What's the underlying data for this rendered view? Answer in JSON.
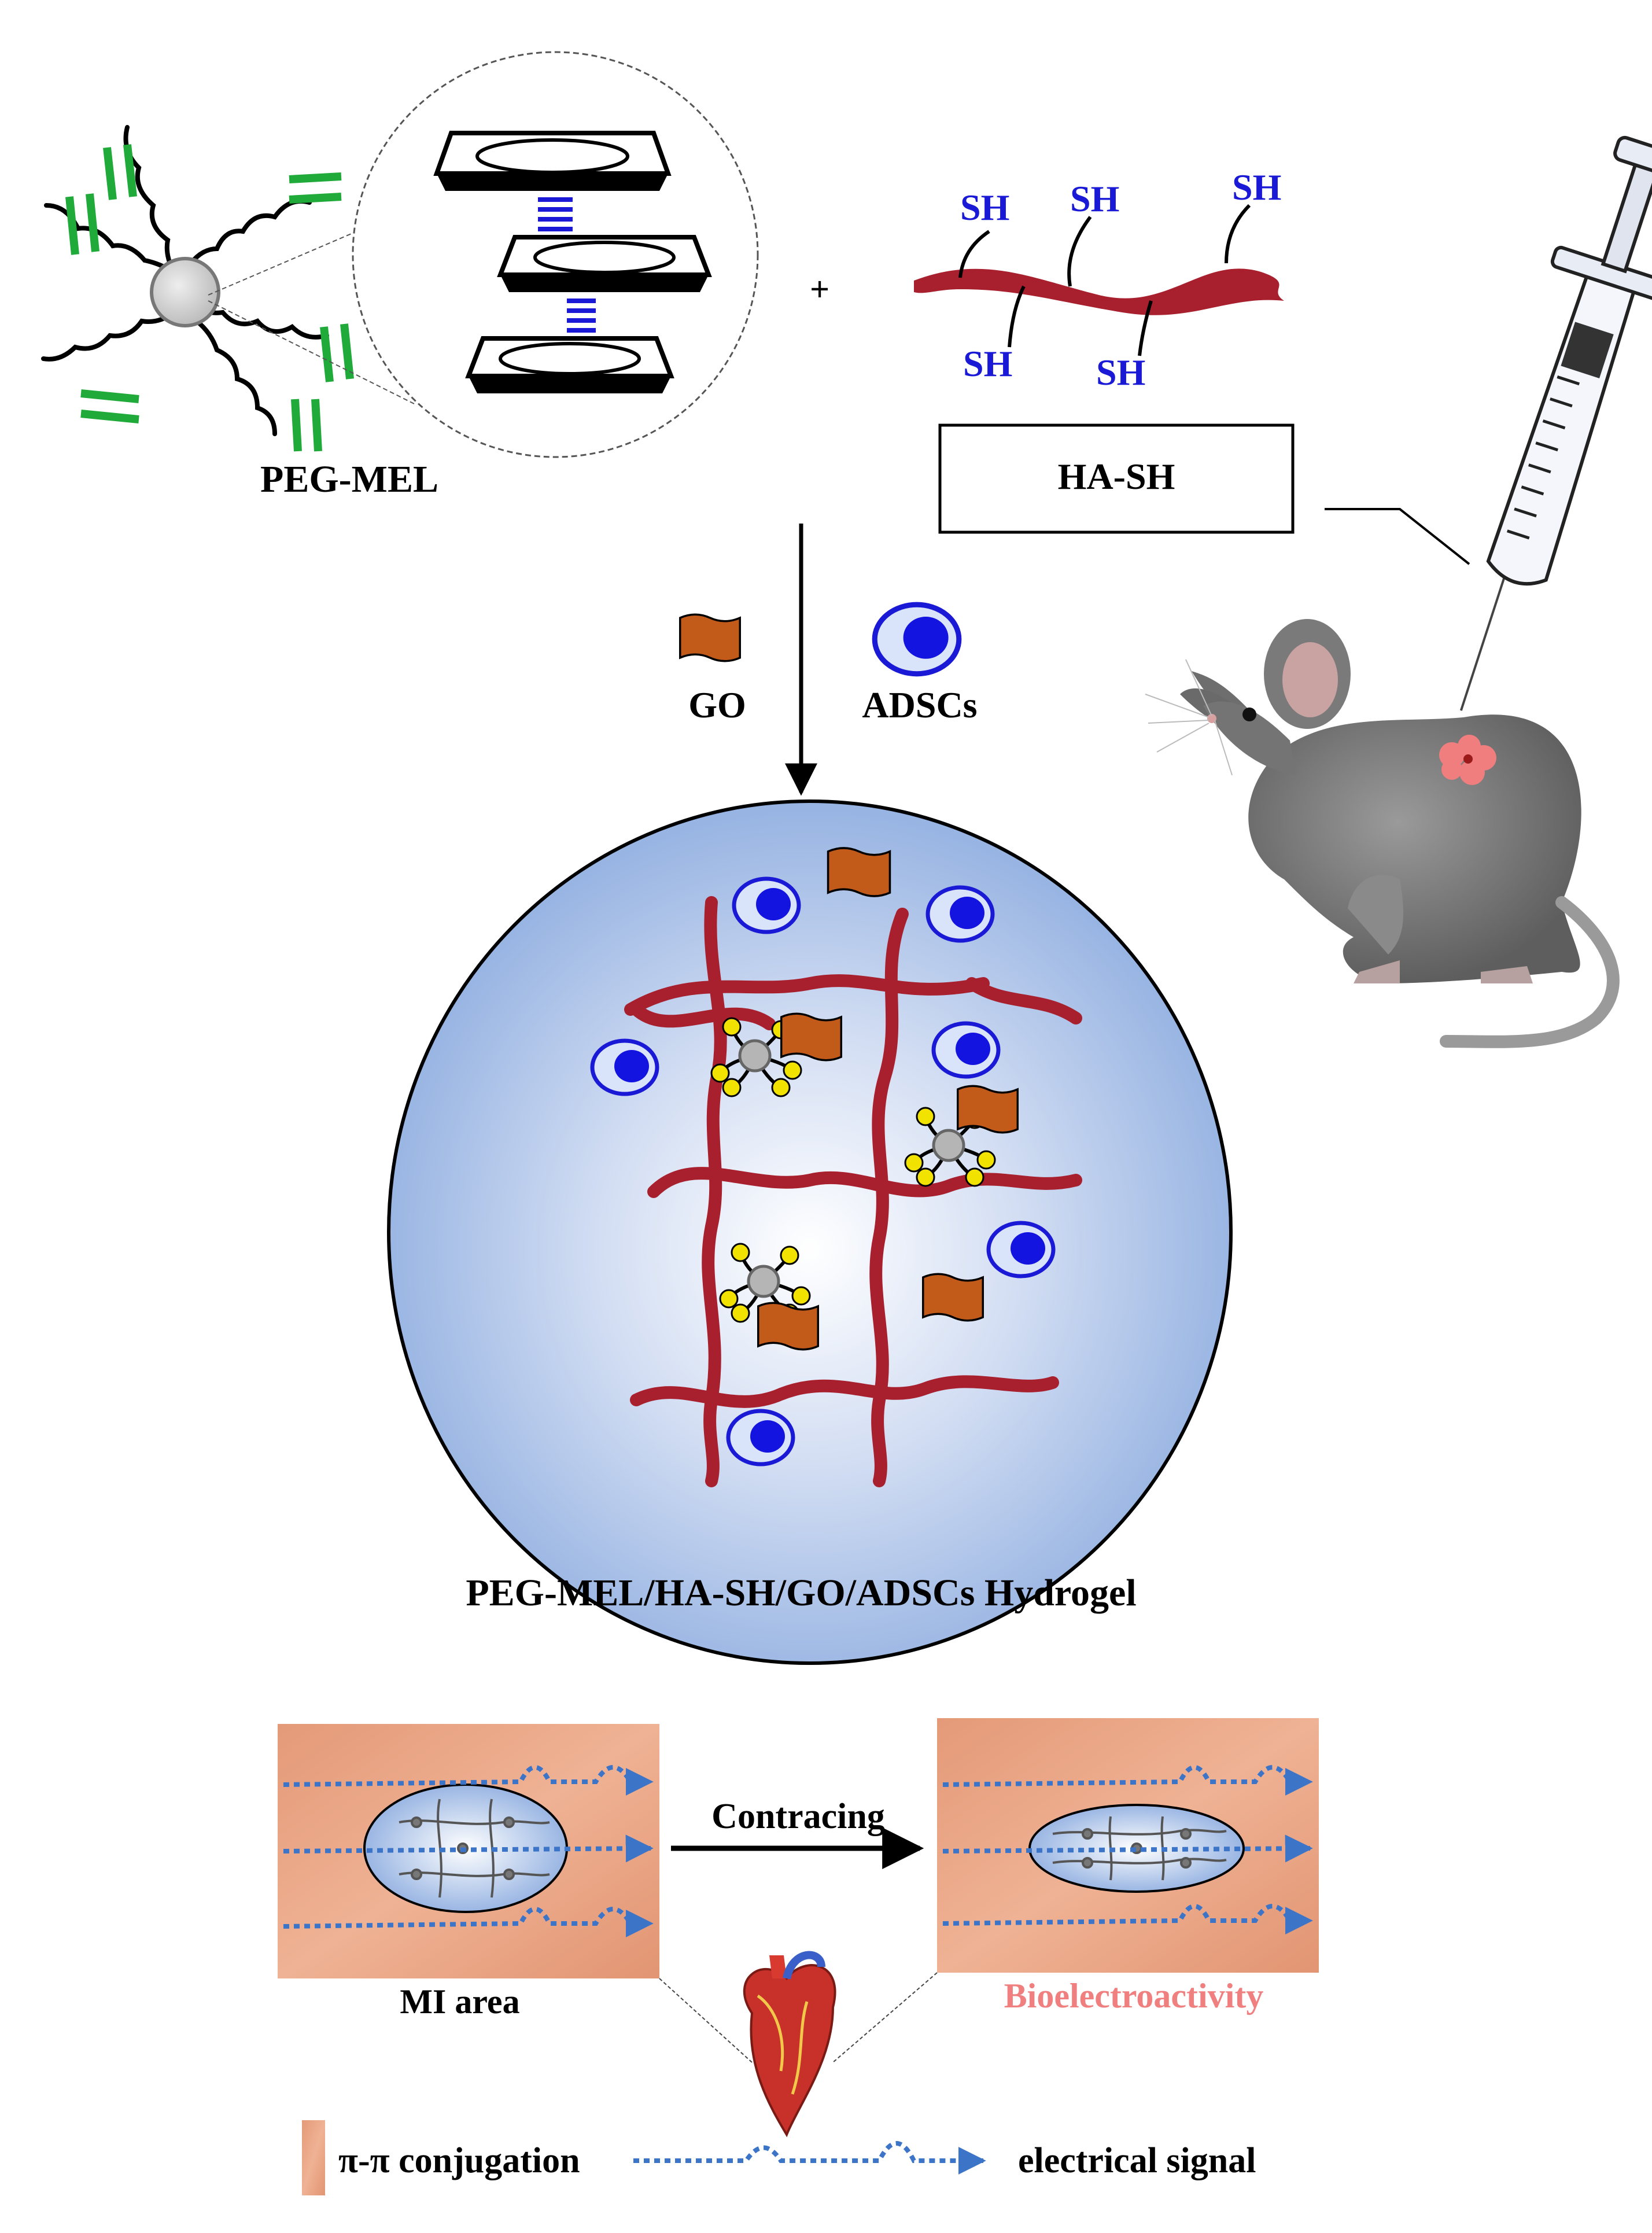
{
  "labels": {
    "peg_mel": "PEG-MEL",
    "plus": "+",
    "ha_sh": "HA-SH",
    "sh": "SH",
    "go": "GO",
    "adscs": "ADSCs",
    "hydrogel": "PEG-MEL/HA-SH/GO/ADSCs Hydrogel",
    "contracing": "Contracing",
    "mi_area": "MI area",
    "bioelectroactivity": "Bioelectroactivity",
    "pi_conjugation": "π-π conjugation",
    "electrical_signal": "electrical signal"
  },
  "colors": {
    "peg_arm_end": "#1faa3a",
    "sh_text": "#1a1ad6",
    "ha_chain": "#a8202e",
    "go_sheet": "#c25a1a",
    "adsc_cell": "#1a1ad6",
    "hydrogel_fill": "#9fb6e0",
    "tissue": "#e8a27e",
    "signal": "#3c74c8",
    "bioelectroactivity_text": "#f08080"
  }
}
